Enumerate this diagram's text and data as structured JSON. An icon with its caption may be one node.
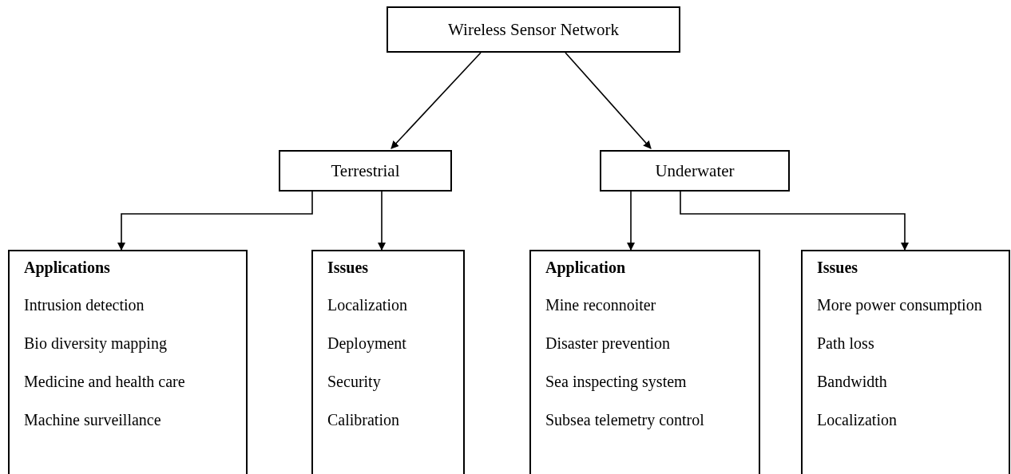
{
  "diagram": {
    "nodes": [
      {
        "text": [
          "Wireless Sensor Network"
        ]
      },
      {
        "text": [
          "Terrestrial"
        ]
      },
      {
        "text": [
          "Underwater"
        ]
      },
      {
        "text": [
          "Applications",
          "Intrusion detection",
          "Bio diversity mapping",
          "Medicine and health care",
          "Machine surveillance"
        ]
      },
      {
        "text": [
          "Issues",
          "Localization",
          "Deployment",
          "Security",
          "Calibration"
        ]
      },
      {
        "text": [
          "Application",
          "Mine reconnoiter",
          "Disaster prevention",
          "Sea inspecting system",
          "Subsea telemetry control"
        ]
      },
      {
        "text": [
          "Issues",
          "More power consumption",
          "Path loss",
          "Bandwidth",
          "Localization"
        ]
      }
    ],
    "edges": [
      {
        "from": 0,
        "to": 1,
        "arrow": "to"
      },
      {
        "from": 0,
        "to": 2,
        "arrow": "to"
      },
      {
        "from": 1,
        "to": 3,
        "arrow": "to"
      },
      {
        "from": 1,
        "to": 4,
        "arrow": "to"
      },
      {
        "from": 2,
        "to": 5,
        "arrow": "to"
      },
      {
        "from": 2,
        "to": 6,
        "arrow": "to"
      }
    ]
  }
}
